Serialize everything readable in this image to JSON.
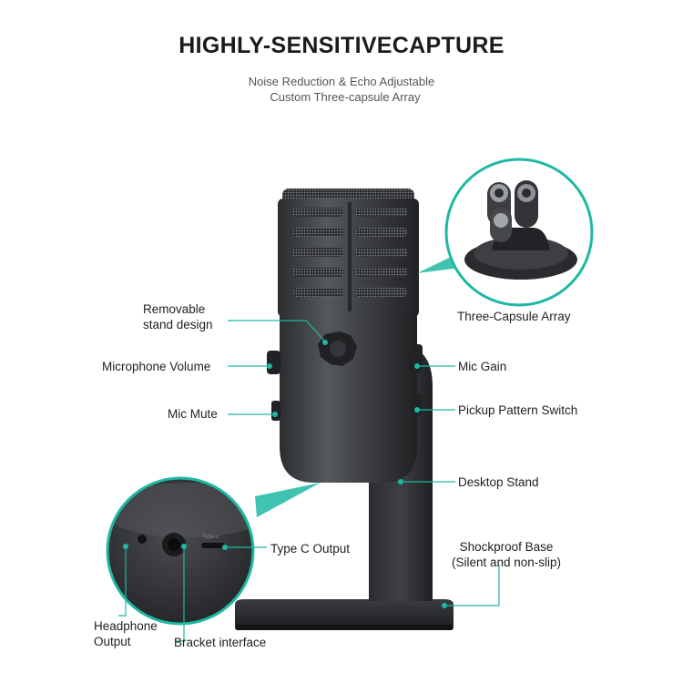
{
  "header": {
    "title": "HIGHLY-SENSITIVECAPTURE",
    "subtitle_line1": "Noise Reduction & Echo Adjustable",
    "subtitle_line2": "Custom Three-capsule Array"
  },
  "labels": {
    "removable_line1": "Removable",
    "removable_line2": "stand design",
    "microphone_volume": "Microphone Volume",
    "mic_mute": "Mic Mute",
    "three_capsule": "Three-Capsule Array",
    "mic_gain": "Mic Gain",
    "pickup_pattern": "Pickup Pattern Switch",
    "desktop_stand": "Desktop Stand",
    "type_c_output": "Type C Output",
    "shockproof_line1": "Shockproof Base",
    "shockproof_line2": "(Silent and non-slip)",
    "headphone_line1": "Headphone",
    "headphone_line2": "Output",
    "bracket_interface": "Bracket interface",
    "port_text": "Type-c"
  },
  "colors": {
    "accent": "#1fb8a3",
    "body": "#3a3c3f",
    "background": "#ffffff"
  }
}
